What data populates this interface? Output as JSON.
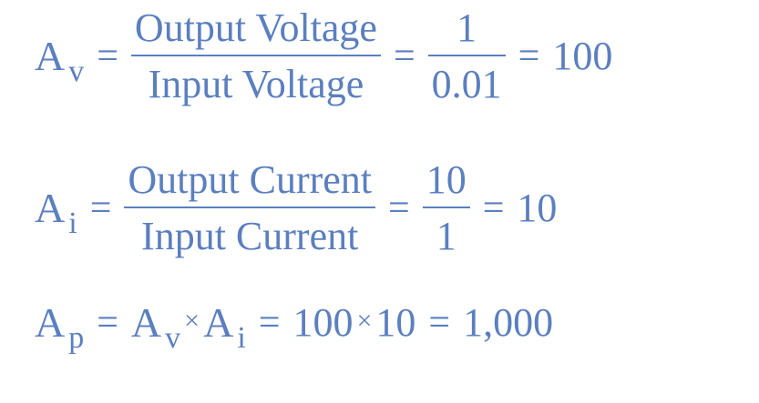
{
  "equations": {
    "voltage": {
      "symbol": "A",
      "subscript": "v",
      "eq1": "=",
      "numerator": "Output Voltage",
      "denominator": "Input Voltage",
      "eq2": "=",
      "num_value": "1",
      "den_value": "0.01",
      "eq3": "=",
      "result": "100"
    },
    "current": {
      "symbol": "A",
      "subscript": "i",
      "eq1": "=",
      "numerator": "Output Current",
      "denominator": "Input Current",
      "eq2": "=",
      "num_value": "10",
      "den_value": "1",
      "eq3": "=",
      "result": "10"
    },
    "power": {
      "symbol": "A",
      "subscript": "p",
      "eq1": "=",
      "factor1_symbol": "A",
      "factor1_subscript": "v",
      "times1": "×",
      "factor2_symbol": "A",
      "factor2_subscript": "i",
      "eq2": "=",
      "value1": "100",
      "times2": "×",
      "value2": "10",
      "eq3": "=",
      "result": "1,000"
    }
  }
}
